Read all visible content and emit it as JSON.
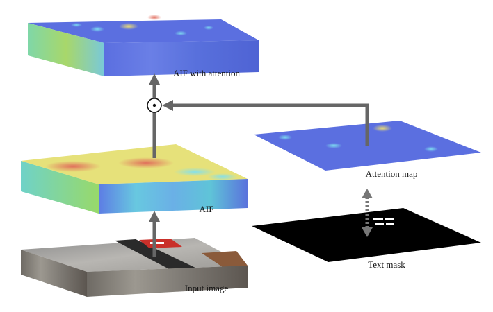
{
  "labels": {
    "aif_attention": "AIF with attention",
    "aif": "AIF",
    "attention_map": "Attention map",
    "text_mask": "Text mask",
    "input_image": "Input image"
  },
  "operator_symbol": "⊙",
  "colors": {
    "arrow": "#666666",
    "heat_base": "#5b6fe0",
    "heat_warm": "#e8e36a",
    "heat_hot": "#e06a5a",
    "mask_bg": "#000000",
    "mask_text": "#ffffff"
  }
}
